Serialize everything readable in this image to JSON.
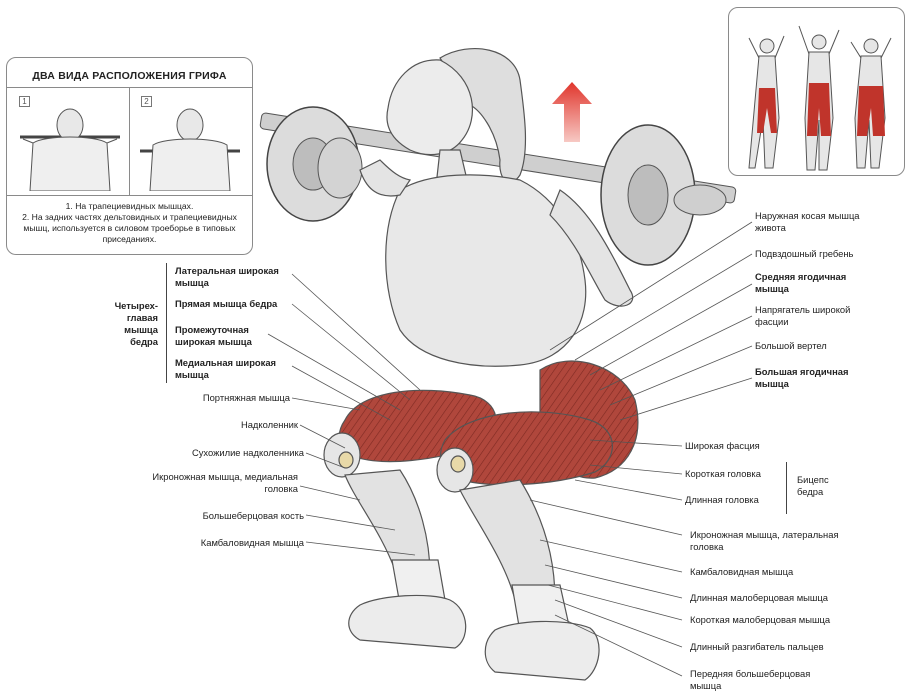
{
  "grip_inset": {
    "title": "ДВА ВИДА РАСПОЛОЖЕНИЯ ГРИФА",
    "panel_1_number": "1",
    "panel_2_number": "2",
    "note_1": "1. На трапециевидных мышцах.",
    "note_2": "2. На задних частях дельтовидных и трапециевидных мышц, используется в силовом троеборье в типовых приседаниях."
  },
  "quadriceps_group": {
    "label": "Четырех-главая мышца бедра",
    "items": [
      "Латеральная широкая мышца",
      "Прямая мышца бедра",
      "Промежуточная широкая мышца",
      "Медиальная широкая мышца"
    ]
  },
  "left_labels": [
    "Портняжная мышца",
    "Надколенник",
    "Сухожилие надколенника",
    "Икроножная мышца, медиальная головка",
    "Большеберцовая кость",
    "Камбаловидная мышца"
  ],
  "right_labels": [
    "Наружная косая мышца живота",
    "Подвздошный гребень",
    "Средняя ягодичная мышца",
    "Напрягатель широкой фасции",
    "Большой вертел",
    "Большая ягодичная мышца",
    "Широкая фасция",
    "Короткая головка",
    "Длинная головка",
    "Икроножная мышца, латеральная головка",
    "Камбаловидная мышца",
    "Длинная малоберцовая мышца",
    "Короткая малоберцовая мышца",
    "Длинный разгибатель пальцев",
    "Передняя большеберцовая мышца"
  ],
  "biceps_group": {
    "label": "Бицепс бедра"
  },
  "colors": {
    "muscle": "#a8382e",
    "muscle_light": "#c9665a",
    "skin": "#e6e6e6",
    "outline": "#555555",
    "arrow": "#d9302a"
  }
}
